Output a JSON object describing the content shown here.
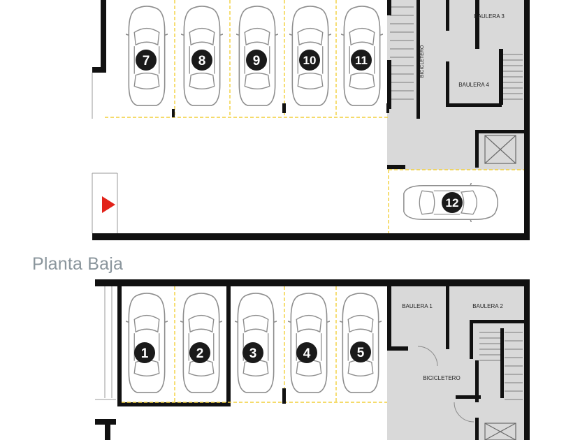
{
  "floor_label": "Planta Baja",
  "upper_level": {
    "spaces": [
      "7",
      "8",
      "9",
      "10",
      "11",
      "12"
    ],
    "rooms": {
      "storage_3": "BAULERA 3",
      "storage_4": "BAULERA 4",
      "bike_room": "BICICLETERO"
    }
  },
  "ground_floor": {
    "spaces": [
      "1",
      "2",
      "3",
      "4",
      "5"
    ],
    "rooms": {
      "storage_1": "BAULERA 1",
      "storage_2": "BAULERA 2",
      "bike_room": "BICICLETERO"
    }
  },
  "colors": {
    "wall": "#111111",
    "service_area": "#d9d9d9",
    "space_line": "#f2cf3a",
    "ramp_arrow": "#e2231a",
    "badge": "#1a1a1a"
  }
}
